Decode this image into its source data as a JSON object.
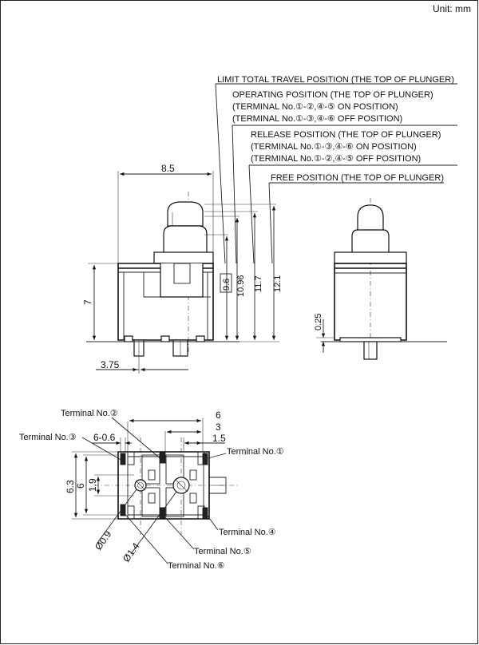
{
  "unit_label": "Unit: mm",
  "position_labels": {
    "limit_total_travel": "LIMIT TOTAL TRAVEL POSITION (THE TOP OF PLUNGER)",
    "operating": "OPERATING POSITION (THE TOP OF PLUNGER)",
    "operating_terminal_on": "(TERMINAL No.①-②,④-⑤ ON POSITION)",
    "operating_terminal_off": "(TERMINAL No.①-③,④-⑥ OFF POSITION)",
    "release": "RELEASE POSITION (THE TOP OF PLUNGER)",
    "release_terminal_on": "(TERMINAL No.①-③,④-⑥ ON POSITION)",
    "release_terminal_off": "(TERMINAL No.①-②,④-⑤ OFF POSITION)",
    "free": "FREE POSITION (THE TOP OF PLUNGER)"
  },
  "front_view_dims": {
    "width": "8.5",
    "height": "7",
    "terminal_offset": "3.75",
    "limit_travel": "9.6",
    "operating": "10.96",
    "release": "11.7",
    "free": "12.1"
  },
  "side_view_dims": {
    "gap": "0.25"
  },
  "bottom_view_dims": {
    "pitch_total": "6",
    "pitch_half": "3",
    "pitch_quarter": "1.5",
    "slot": "6-0.6",
    "outer_width": "6.3",
    "inner_width": "6",
    "center": "1.9",
    "small_hole": "Ø0.9",
    "large_hole": "Ø1.4"
  },
  "terminals": {
    "t1": "Terminal No.①",
    "t2": "Terminal No.②",
    "t3": "Terminal No.③",
    "t4": "Terminal No.④",
    "t5": "Terminal No.⑤",
    "t6": "Terminal No.⑥"
  }
}
